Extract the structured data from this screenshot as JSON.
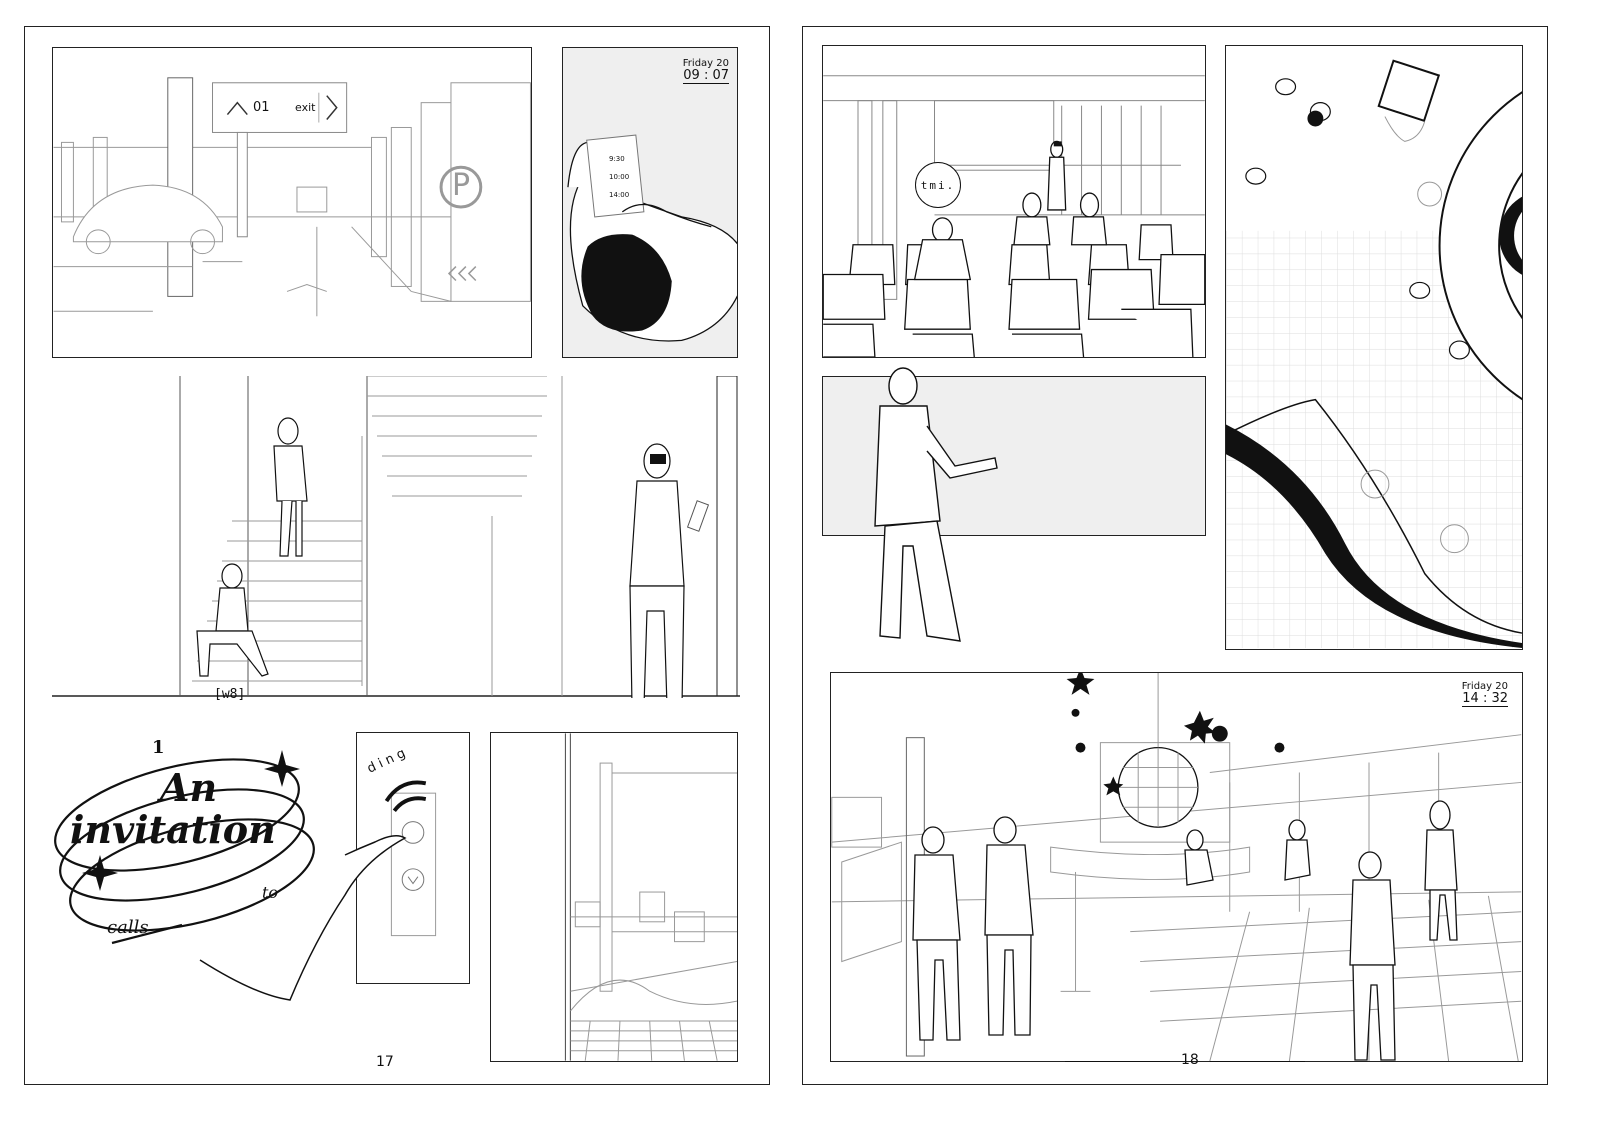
{
  "left_page": {
    "page_number": "17",
    "parking": {
      "level": "01",
      "exit_label": "exit",
      "parking_symbol": "P"
    },
    "phone_stamp": {
      "day": "Friday 20",
      "time": "09 : 07"
    },
    "schedule_times": [
      "9:30",
      "10:00",
      "14:00"
    ],
    "stair_caption": "w8",
    "title": {
      "number": "1",
      "word1": "An",
      "word2": "invitation",
      "word3": "calls",
      "word4": "to"
    },
    "elevator_sound": "ding"
  },
  "right_page": {
    "page_number": "18",
    "speech_bubble": "tmi.",
    "party_stamp": {
      "day": "Friday 20",
      "time": "14 : 32"
    }
  }
}
